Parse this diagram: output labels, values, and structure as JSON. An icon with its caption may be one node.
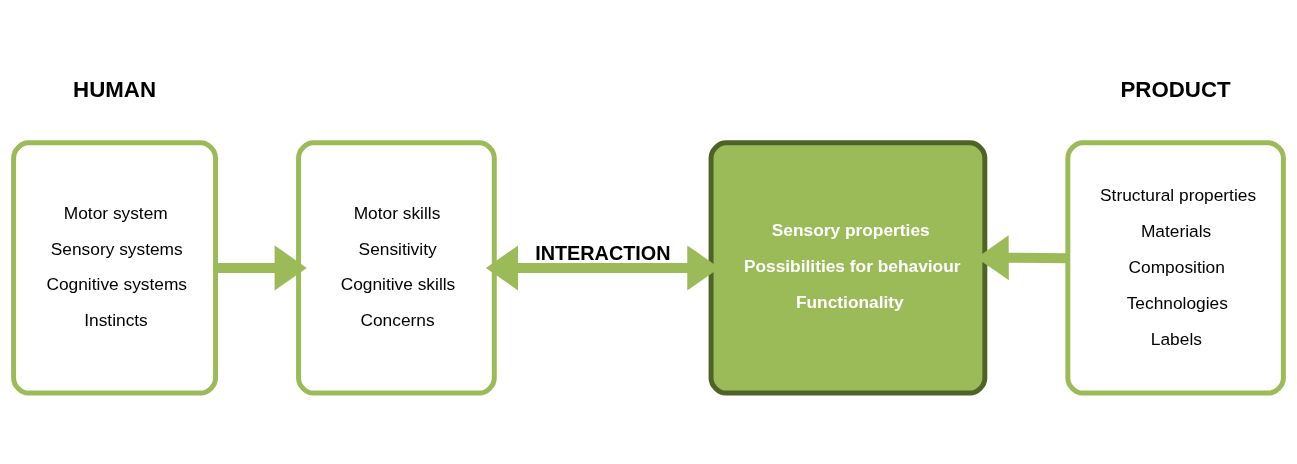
{
  "diagram": {
    "nodes": [
      {
        "text": [
          "Motor system",
          "Sensory systems",
          "Cognitive systems",
          "Instincts"
        ]
      },
      {
        "text": [
          "Motor skills",
          "Sensitivity",
          "Cognitive skills",
          "Concerns"
        ]
      },
      {
        "text": [
          "Sensory properties",
          "Possibilities for behaviour",
          "Functionality"
        ]
      },
      {
        "text": [
          "Structural properties",
          "Materials",
          "Composition",
          "Technologies",
          "Labels"
        ]
      }
    ],
    "edges": [
      {
        "from": 0,
        "to": 1,
        "arrow": "to"
      },
      {
        "from": 1,
        "to": 2,
        "arrow": "both",
        "label": "INTERACTION"
      },
      {
        "from": 3,
        "to": 2,
        "arrow": "to"
      }
    ],
    "labels": [
      "HUMAN",
      "PRODUCT"
    ]
  }
}
